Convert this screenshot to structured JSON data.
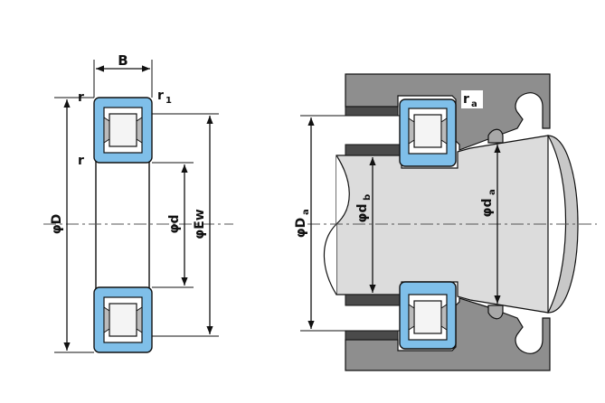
{
  "left_view": {
    "dimension_B": "B",
    "radius_r_top": "r",
    "radius_r_side": "r",
    "radius_r1": "r",
    "radius_r1_subscript": "1",
    "diameter_D": "φD",
    "diameter_d": "φd",
    "diameter_Ew": "φEw"
  },
  "right_view": {
    "radius_ra": "r",
    "radius_ra_subscript": "a",
    "diameter_Da": "φD",
    "diameter_Da_subscript": "a",
    "diameter_db": "φd",
    "diameter_db_subscript": "b",
    "diameter_da": "φd",
    "diameter_da_subscript": "a"
  },
  "colors": {
    "bearing_ring": "#7fbfe9",
    "housing": "#8e8e8e",
    "shaft": "#dcdcdc",
    "spacer": "#4a4a4a"
  }
}
